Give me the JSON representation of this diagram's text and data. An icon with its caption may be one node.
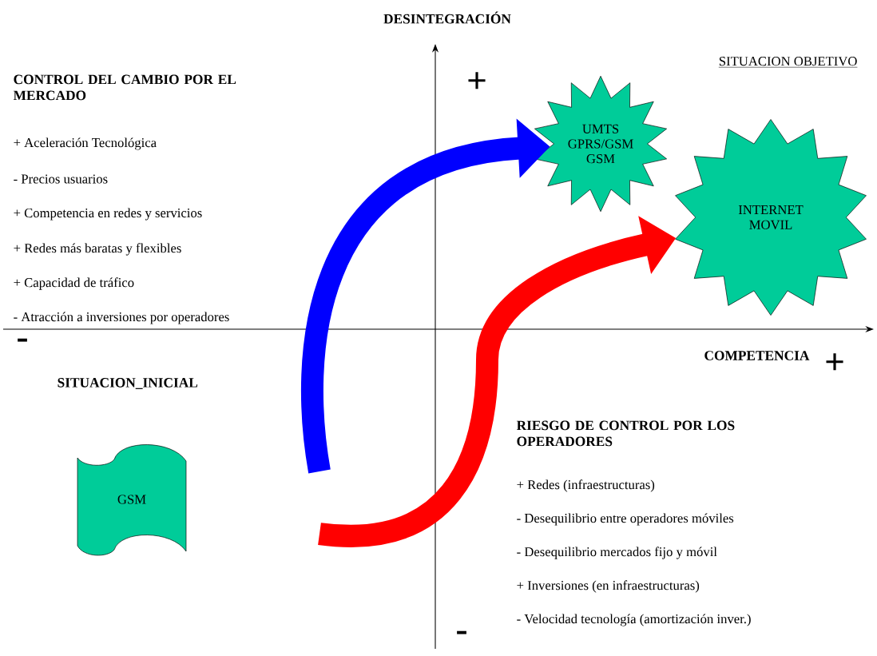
{
  "diagram": {
    "nodes": [
      {
        "text": [
          "GSM"
        ]
      },
      {
        "text": [
          "UMTS GPRS/GSM GSM"
        ]
      },
      {
        "text": [
          "INTERNET MOVIL"
        ]
      }
    ],
    "edges": [
      {
        "from": null,
        "to": 1,
        "arrow": "to",
        "color": "#0000ff"
      },
      {
        "from": null,
        "to": 2,
        "arrow": "to",
        "color": "#ff0000"
      }
    ],
    "labels": [
      "DESINTEGRACIÓN",
      "SITUACION OBJETIVO",
      "+",
      "CONTROL DEL CAMBIO POR EL MERCADO",
      "+ Aceleración Tecnológica",
      "- Precios usuarios",
      "+ Competencia en redes y servicios",
      "+ Redes más baratas y flexibles",
      "+ Capacidad de tráfico",
      "- Atracción a inversiones por operadores",
      "-",
      "COMPETENCIA",
      "+",
      "SITUACION_INICIAL",
      "RIESGO DE CONTROL POR LOS OPERADORES",
      "+ Redes (infraestructuras)",
      "- Desequilibrio entre operadores móviles",
      "- Desequilibrio mercados fijo y móvil",
      "+ Inversiones (en infraestructuras)",
      "- Velocidad tecnología (amortización inver.)",
      "-"
    ]
  }
}
